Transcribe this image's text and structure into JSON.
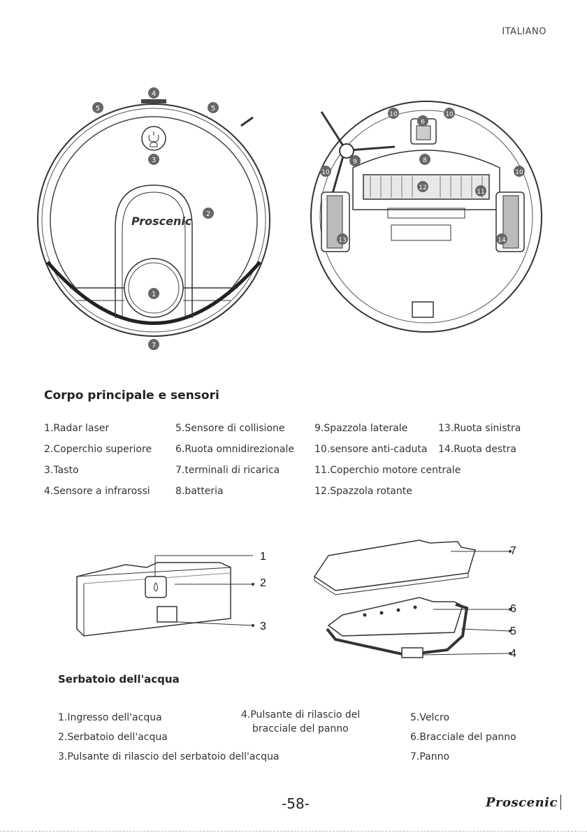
{
  "header": {
    "language": "ITALIANO"
  },
  "robot_top": {
    "brand_text": "Proscenic",
    "markers": [
      "1",
      "2",
      "3",
      "4",
      "5",
      "5",
      "7"
    ]
  },
  "robot_bottom": {
    "markers": [
      "6",
      "8",
      "9",
      "10",
      "10",
      "10",
      "10",
      "11",
      "12",
      "13",
      "14"
    ]
  },
  "section1": {
    "title": "Corpo principale e sensori",
    "col1": [
      "1.Radar laser",
      "2.Coperchio superiore",
      "3.Tasto",
      "4.Sensore a infrarossi"
    ],
    "col2": [
      "5.Sensore di collisione",
      "6.Ruota omnidirezionale",
      "7.terminali di ricarica",
      "8.batteria"
    ],
    "col3": [
      "9.Spazzola laterale",
      "10.sensore anti-caduta",
      "11.Coperchio motore centrale",
      "12.Spazzola rotante"
    ],
    "col4": [
      "13.Ruota sinistra",
      "14.Ruota destra"
    ]
  },
  "tank_callouts": [
    "1",
    "2",
    "3"
  ],
  "mop_callouts": [
    "7",
    "6",
    "5",
    "4"
  ],
  "section2": {
    "title": "Serbatoio dell'acqua",
    "col1": [
      "1.Ingresso dell'acqua",
      "2.Serbatoio dell'acqua",
      "3.Pulsante di rilascio del serbatoio dell'acqua"
    ],
    "col2_line1": "4.Pulsante di rilascio del",
    "col2_line2": "bracciale del panno",
    "col3": [
      "5.Velcro",
      "6.Bracciale del panno",
      "7.Panno"
    ]
  },
  "footer": {
    "page_number": "-58-",
    "brand": "Proscenic"
  }
}
